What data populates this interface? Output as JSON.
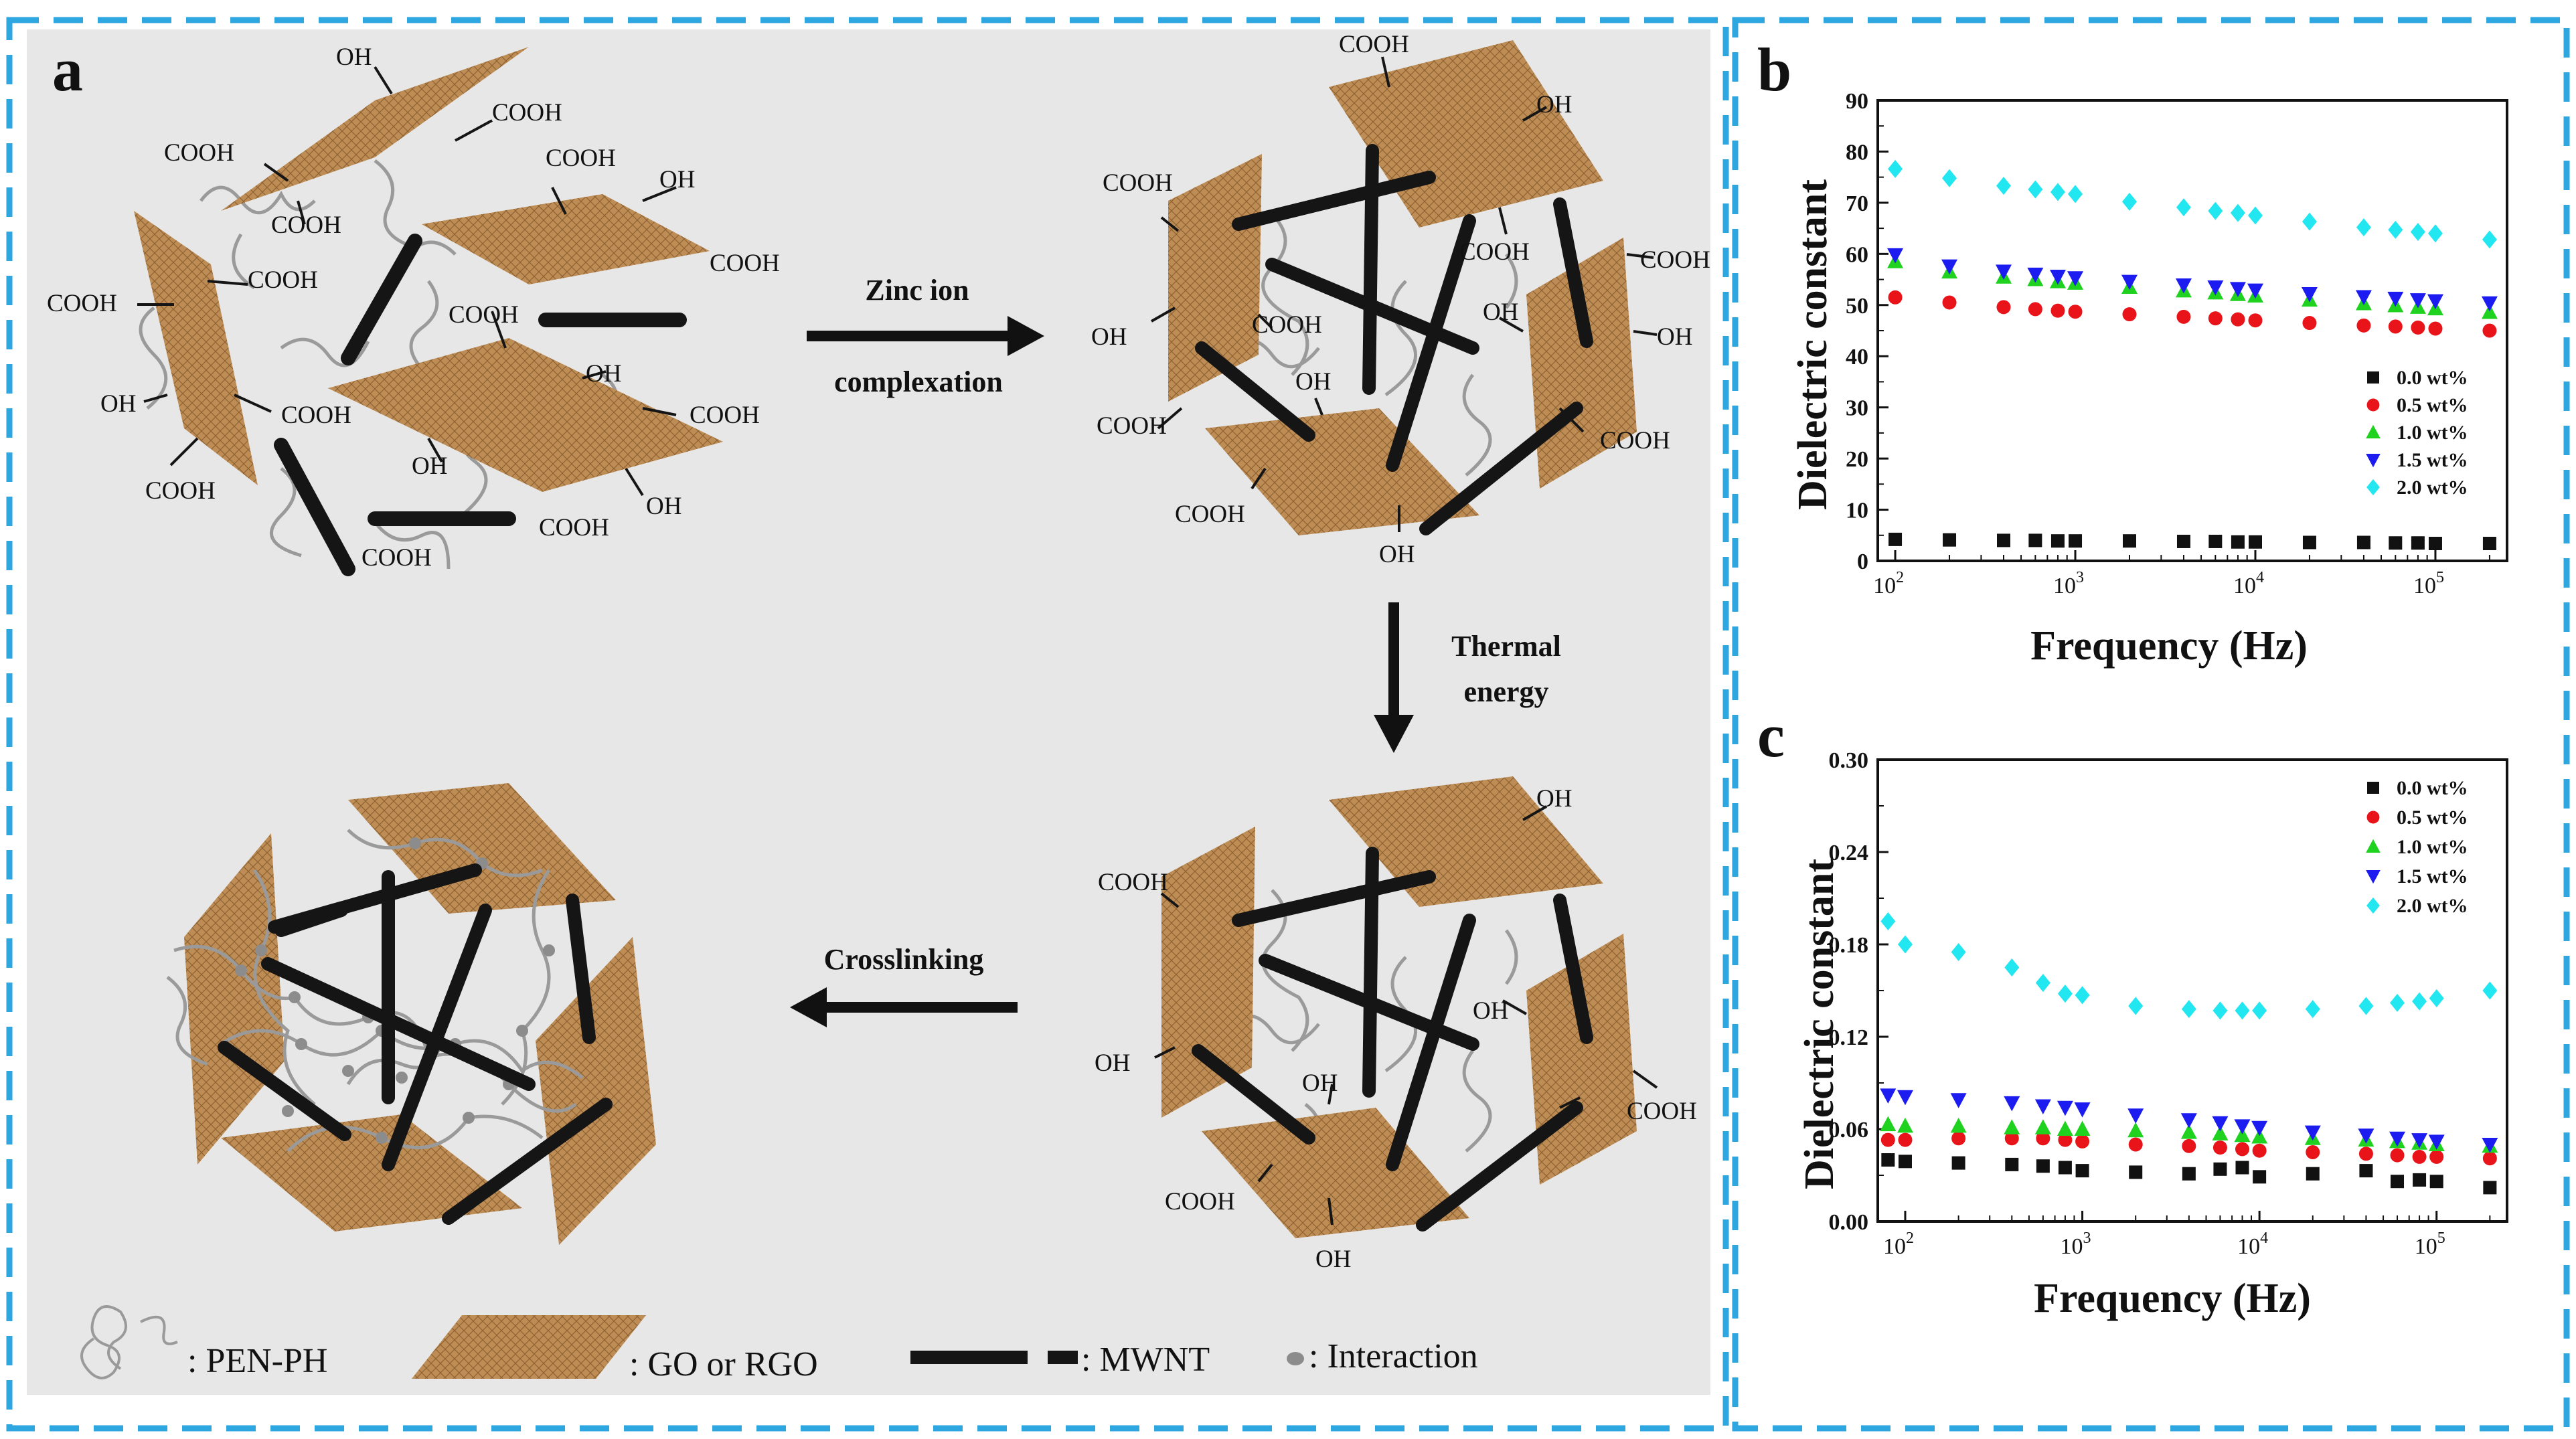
{
  "panel_a": {
    "label": "a",
    "groups": {
      "cooh": "COOH",
      "oh": "OH"
    },
    "arrows": {
      "zinc_line1": "Zinc ion",
      "zinc_line2": "complexation",
      "thermal_line1": "Thermal",
      "thermal_line2": "energy",
      "crosslinking": "Crosslinking"
    },
    "legend": {
      "pen_ph": ": PEN-PH",
      "go_rgo": ": GO or RGO",
      "mwnt": ": MWNT",
      "interaction": ": Interaction"
    },
    "colors": {
      "sheet": "#b98a52",
      "sheet_line": "#8a5d2c",
      "panel_bg": "#e8e8e8",
      "tube": "#1a1a1a",
      "chain": "#9a9a9a"
    }
  },
  "chart_data": [
    {
      "panel_label": "b",
      "type": "scatter",
      "xlabel": "Frequency (Hz)",
      "ylabel": "Dielectric constant",
      "xscale": "log",
      "xlim": [
        80,
        250000
      ],
      "ylim": [
        0,
        90
      ],
      "yticks": [
        "0",
        "10",
        "20",
        "30",
        "40",
        "50",
        "60",
        "70",
        "80",
        "90"
      ],
      "xticks": [
        {
          "value": 100,
          "base": "10",
          "exp": "2"
        },
        {
          "value": 1000,
          "base": "10",
          "exp": "3"
        },
        {
          "value": 10000,
          "base": "10",
          "exp": "4"
        },
        {
          "value": 100000,
          "base": "10",
          "exp": "5"
        }
      ],
      "legend_position": "lower-right",
      "x": [
        100,
        200,
        400,
        600,
        800,
        1000,
        2000,
        4000,
        6000,
        8000,
        10000,
        20000,
        40000,
        60000,
        80000,
        100000,
        200000
      ],
      "series": [
        {
          "name": "0.0 wt%",
          "marker": "square",
          "color": "#111111",
          "values": [
            4.2,
            4.1,
            4.0,
            4.0,
            3.9,
            3.9,
            3.9,
            3.8,
            3.8,
            3.7,
            3.7,
            3.6,
            3.6,
            3.5,
            3.5,
            3.4,
            3.4
          ]
        },
        {
          "name": "0.5 wt%",
          "marker": "circle",
          "color": "#e8141a",
          "values": [
            51.5,
            50.5,
            49.6,
            49.2,
            48.9,
            48.7,
            48.2,
            47.7,
            47.4,
            47.2,
            47.0,
            46.5,
            46.0,
            45.8,
            45.6,
            45.4,
            45.0
          ]
        },
        {
          "name": "1.0 wt%",
          "marker": "triangle-up",
          "color": "#1fd21f",
          "values": [
            58.5,
            56.5,
            55.5,
            55.0,
            54.6,
            54.3,
            53.5,
            52.8,
            52.4,
            52.1,
            51.8,
            51.0,
            50.3,
            49.9,
            49.6,
            49.3,
            48.6
          ]
        },
        {
          "name": "1.5 wt%",
          "marker": "triangle-down",
          "color": "#1c1cf0",
          "values": [
            59.8,
            57.6,
            56.6,
            56.0,
            55.6,
            55.3,
            54.6,
            53.9,
            53.5,
            53.2,
            52.9,
            52.2,
            51.6,
            51.3,
            51.0,
            50.8,
            50.4
          ]
        },
        {
          "name": "2.0 wt%",
          "marker": "diamond",
          "color": "#22e6f0",
          "values": [
            76.6,
            74.8,
            73.3,
            72.6,
            72.1,
            71.7,
            70.2,
            69.1,
            68.4,
            68.0,
            67.5,
            66.3,
            65.2,
            64.7,
            64.3,
            64.0,
            62.8
          ]
        }
      ]
    },
    {
      "panel_label": "c",
      "type": "scatter",
      "xlabel": "Frequency (Hz)",
      "ylabel": "Dielectric constant",
      "xscale": "log",
      "xlim": [
        70,
        250000
      ],
      "ylim": [
        0,
        0.3
      ],
      "yticks": [
        "0.00",
        "0.06",
        "0.12",
        "0.18",
        "0.24",
        "0.30"
      ],
      "xticks": [
        {
          "value": 100,
          "base": "10",
          "exp": "2"
        },
        {
          "value": 1000,
          "base": "10",
          "exp": "3"
        },
        {
          "value": 10000,
          "base": "10",
          "exp": "4"
        },
        {
          "value": 100000,
          "base": "10",
          "exp": "5"
        }
      ],
      "legend_position": "top-right",
      "x": [
        80,
        100,
        200,
        400,
        600,
        800,
        1000,
        2000,
        4000,
        6000,
        8000,
        10000,
        20000,
        40000,
        60000,
        80000,
        100000,
        200000
      ],
      "series": [
        {
          "name": "0.0 wt%",
          "marker": "square",
          "color": "#111111",
          "values": [
            0.04,
            0.039,
            0.038,
            0.037,
            0.036,
            0.035,
            0.033,
            0.032,
            0.031,
            0.034,
            0.035,
            0.029,
            0.031,
            0.033,
            0.026,
            0.027,
            0.026,
            0.022
          ]
        },
        {
          "name": "0.5 wt%",
          "marker": "circle",
          "color": "#e8141a",
          "values": [
            0.053,
            0.053,
            0.054,
            0.054,
            0.054,
            0.053,
            0.052,
            0.05,
            0.049,
            0.048,
            0.047,
            0.046,
            0.045,
            0.044,
            0.043,
            0.042,
            0.042,
            0.041
          ]
        },
        {
          "name": "1.0 wt%",
          "marker": "triangle-up",
          "color": "#1fd21f",
          "values": [
            0.063,
            0.062,
            0.062,
            0.061,
            0.061,
            0.06,
            0.06,
            0.059,
            0.058,
            0.057,
            0.056,
            0.055,
            0.054,
            0.053,
            0.052,
            0.051,
            0.05,
            0.049
          ]
        },
        {
          "name": "1.5 wt%",
          "marker": "triangle-down",
          "color": "#1c1cf0",
          "values": [
            0.082,
            0.081,
            0.079,
            0.077,
            0.075,
            0.074,
            0.073,
            0.069,
            0.066,
            0.064,
            0.062,
            0.061,
            0.058,
            0.056,
            0.054,
            0.053,
            0.052,
            0.05
          ]
        },
        {
          "name": "2.0 wt%",
          "marker": "diamond",
          "color": "#22e6f0",
          "values": [
            0.195,
            0.18,
            0.175,
            0.165,
            0.155,
            0.148,
            0.147,
            0.14,
            0.138,
            0.137,
            0.137,
            0.137,
            0.138,
            0.14,
            0.142,
            0.143,
            0.145,
            0.15
          ]
        }
      ]
    }
  ]
}
